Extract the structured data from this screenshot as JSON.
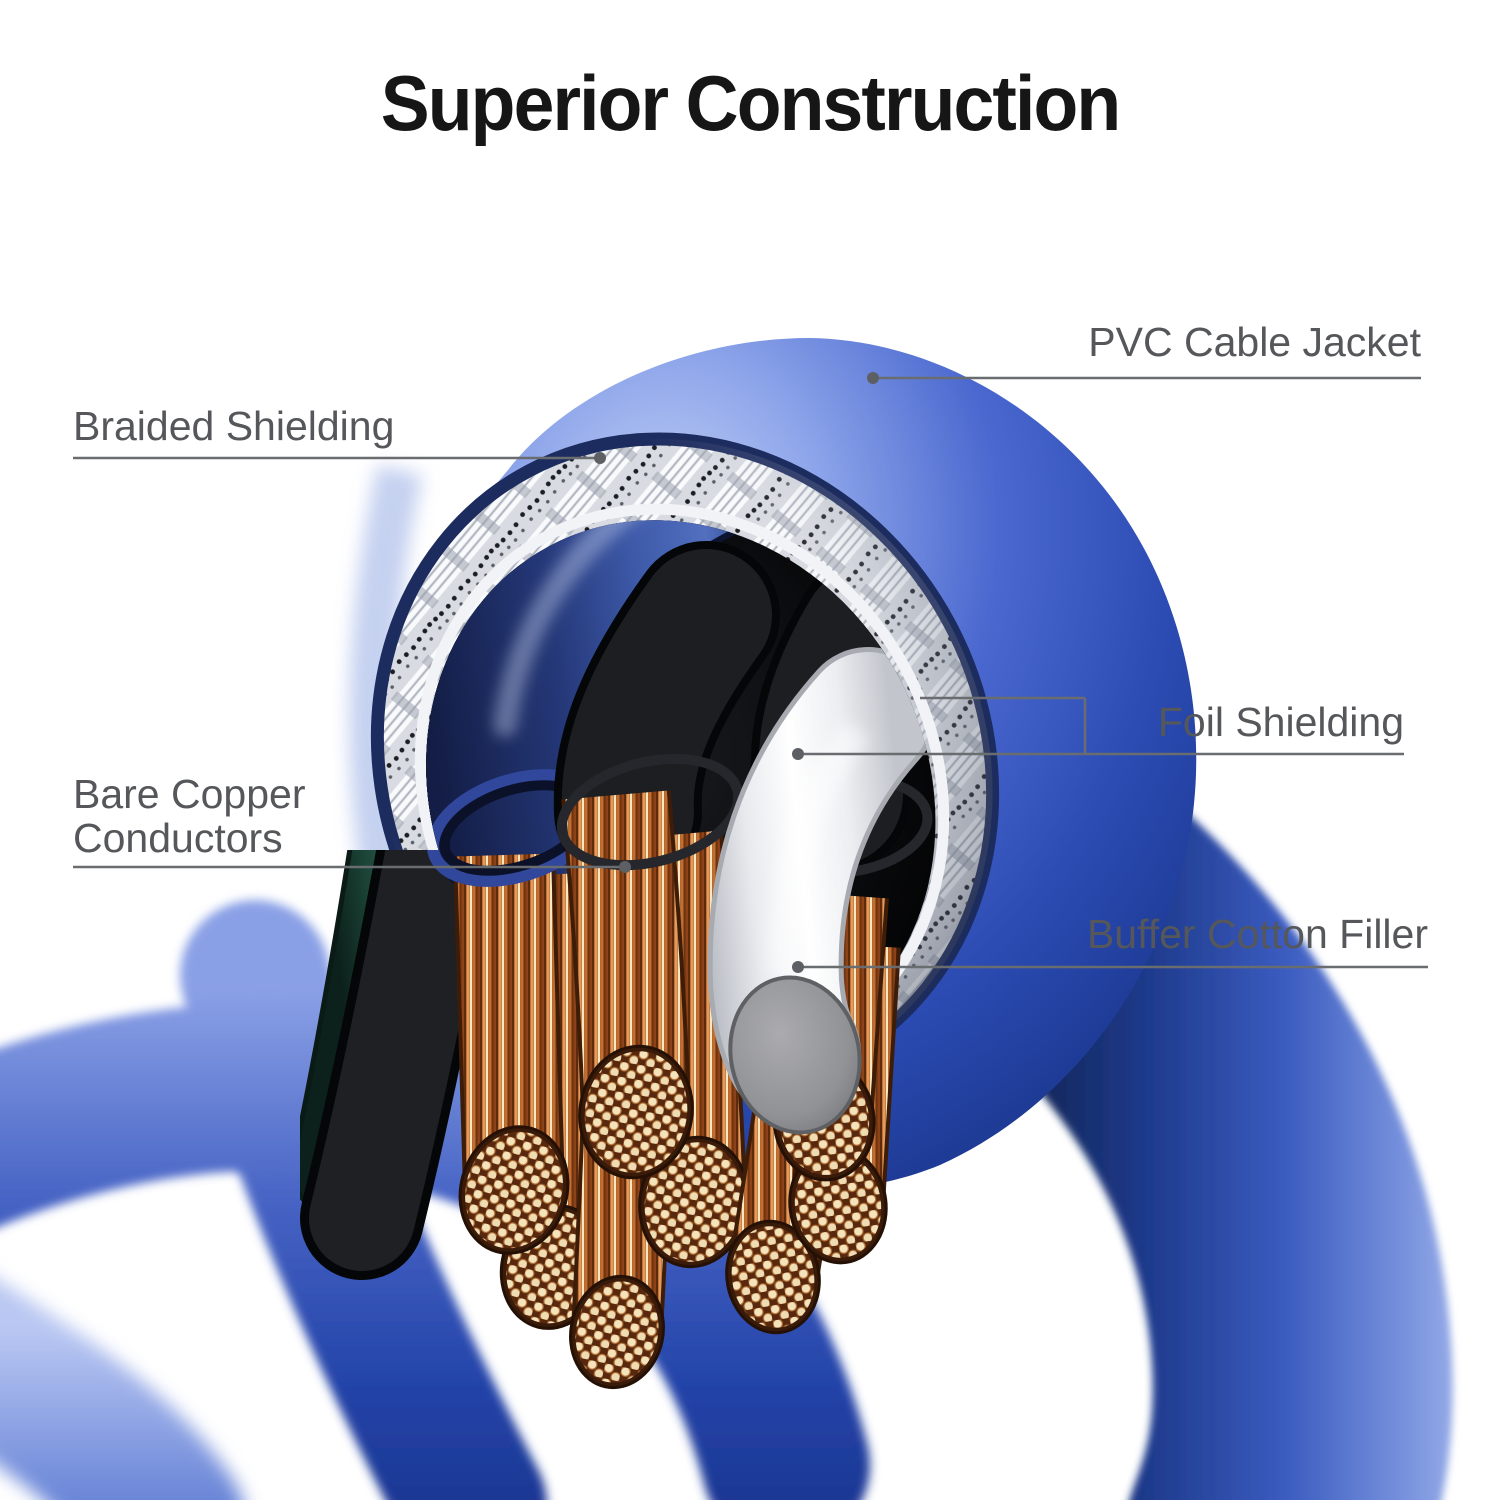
{
  "title": "Superior Construction",
  "callouts": {
    "pvc_cable_jacket": {
      "label": "PVC Cable Jacket"
    },
    "braided_shielding": {
      "label": "Braided Shielding"
    },
    "foil_shielding": {
      "label": "Foil Shielding"
    },
    "bare_copper_conductors": {
      "label": "Bare Copper Conductors"
    },
    "buffer_cotton_filler": {
      "label": "Buffer Cotton Filler"
    }
  },
  "illustration": {
    "subject": "cutaway cross-section of a blue cable showing internal layers",
    "layers_outside_in": [
      "PVC cable jacket",
      "braided shielding",
      "foil shielding",
      "buffer cotton filler",
      "bare copper conductors"
    ]
  },
  "colors": {
    "background": "#ffffff",
    "title_text": "#161616",
    "label_text": "#55575b",
    "leader_line": "#6a6d70",
    "jacket_blue": "#2f52b9",
    "braid_silver": "#d8dbe1",
    "foil_black": "#0d0e11",
    "insulation_navy": "#2b3f85",
    "insulation_green": "#1d4a3c",
    "copper": "#c27437",
    "cotton_white": "#ffffff"
  }
}
